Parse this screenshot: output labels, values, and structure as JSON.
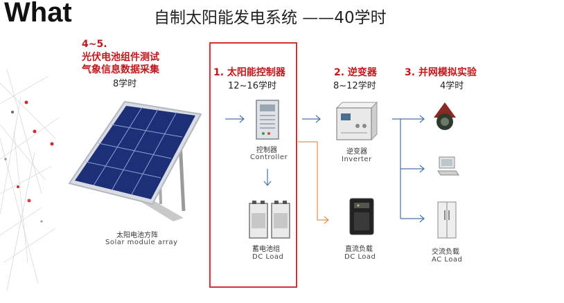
{
  "header": {
    "logo_text": "What",
    "title": "自制太阳能发电系统 ——40学时"
  },
  "stages": {
    "module": {
      "num": "4~5.",
      "line1": "光伏电池组件测试",
      "line2": "气象信息数据采集",
      "hours": "8学时"
    },
    "controller": {
      "label": "1.  太阳能控制器",
      "hours": "12~16学时"
    },
    "inverter": {
      "label": "2.  逆变器",
      "hours": "8~12学时"
    },
    "grid": {
      "label": "3.  并网模拟实验",
      "hours": "4学时"
    }
  },
  "devices": {
    "solar": {
      "cn": "太阳电池方阵",
      "en": "Solar module array"
    },
    "controller": {
      "cn": "控制器",
      "en": "Controller"
    },
    "battery": {
      "cn": "蓄电池组",
      "en": "DC Load"
    },
    "inverter": {
      "cn": "逆变器",
      "en": "Inverter"
    },
    "dcload": {
      "cn": "直流负载",
      "en": "DC Load"
    },
    "acload": {
      "cn": "交流负载",
      "en": "AC Load"
    }
  },
  "colors": {
    "accent_red": "#c0171c",
    "box_red": "#d43034",
    "arrow_blue": "#4a6fa5",
    "arrow_orange": "#e8904a"
  }
}
